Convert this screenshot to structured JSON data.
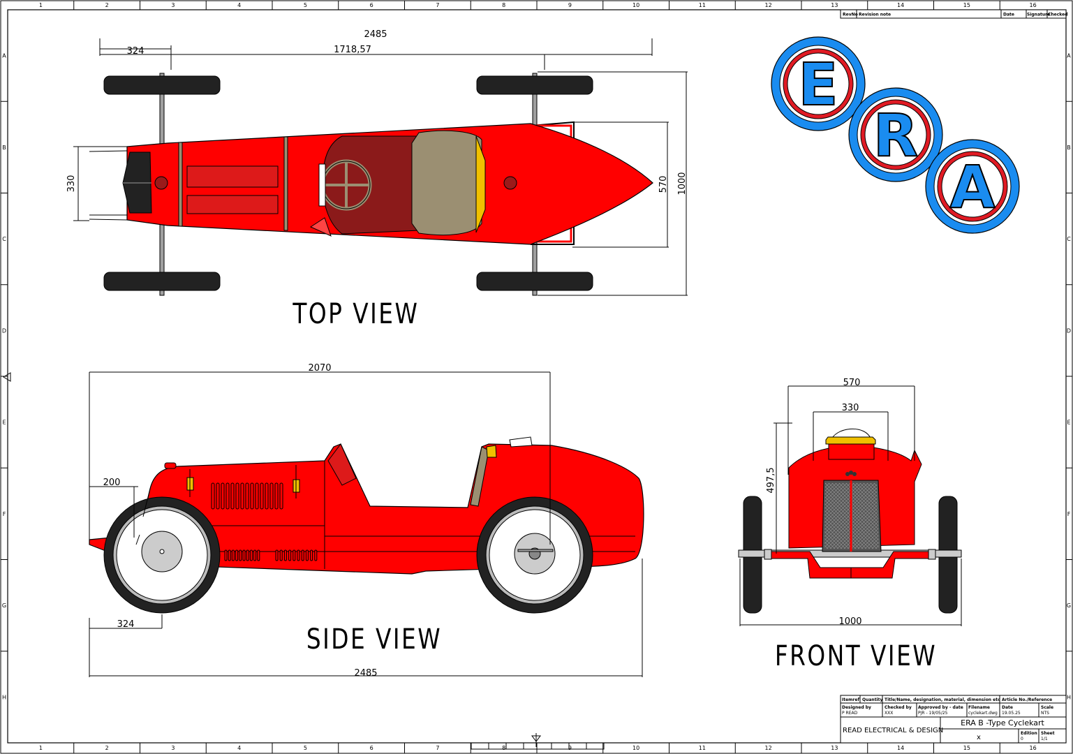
{
  "grid": {
    "cols": [
      "1",
      "2",
      "3",
      "4",
      "5",
      "6",
      "7",
      "8",
      "9",
      "10",
      "11",
      "12",
      "13",
      "14",
      "15",
      "16"
    ],
    "rows": [
      "A",
      "B",
      "C",
      "D",
      "E",
      "F",
      "G",
      "H"
    ]
  },
  "logo": {
    "letters": [
      "E",
      "R",
      "A"
    ],
    "ring_outer": "#1a8cf0",
    "ring_inner": "#e01b24",
    "letter_color": "#1a8cf0"
  },
  "colors": {
    "body": "#ff0000",
    "seat": "#9b8f72",
    "cockpit": "#8b1a1a",
    "tyre": "#222222",
    "frame": "#a0a0a0",
    "accent": "#f0c000"
  },
  "top_view": {
    "title": "TOP VIEW",
    "dims": {
      "overall_length": "2485",
      "front_overhang": "324",
      "wheelbase": "1718,57",
      "nose_width": "330",
      "track_inner": "570",
      "track_outer": "1000"
    }
  },
  "side_view": {
    "title": "SIDE VIEW",
    "dims": {
      "body_length": "2070",
      "height": "200",
      "front_overhang": "324",
      "overall_length": "2485"
    }
  },
  "front_view": {
    "title": "FRONT VIEW",
    "dims": {
      "width_570": "570",
      "width_330": "330",
      "height": "497,5",
      "track": "1000"
    }
  },
  "revision_table": {
    "headers": [
      "RevNo",
      "Revision note",
      "Date",
      "Signature",
      "Checked"
    ]
  },
  "title_block": {
    "headers": {
      "itemref": "Itemref",
      "quantity": "Quantity",
      "title_desc": "Title/Name, designation, material, dimension etc",
      "article": "Article No./Reference"
    },
    "designed_label": "Designed by",
    "designed_value": "P READ",
    "checked_label": "Checked by",
    "checked_value": "XXX",
    "approved_label": "Approved by - date",
    "approved_value": "PJR - 19/05/25",
    "filename_label": "Filename",
    "filename_value": "cyclekart.dwg",
    "date_label": "Date",
    "date_value": "19.05.25",
    "scale_label": "Scale",
    "scale_value": "NTS",
    "company": "READ ELECTRICAL & DESIGN",
    "drawing_title": "ERA B -Type Cyclekart",
    "drawing_sub": "x",
    "edition_label": "Edition",
    "edition_value": "0",
    "sheet_label": "Sheet",
    "sheet_value": "1/1"
  }
}
